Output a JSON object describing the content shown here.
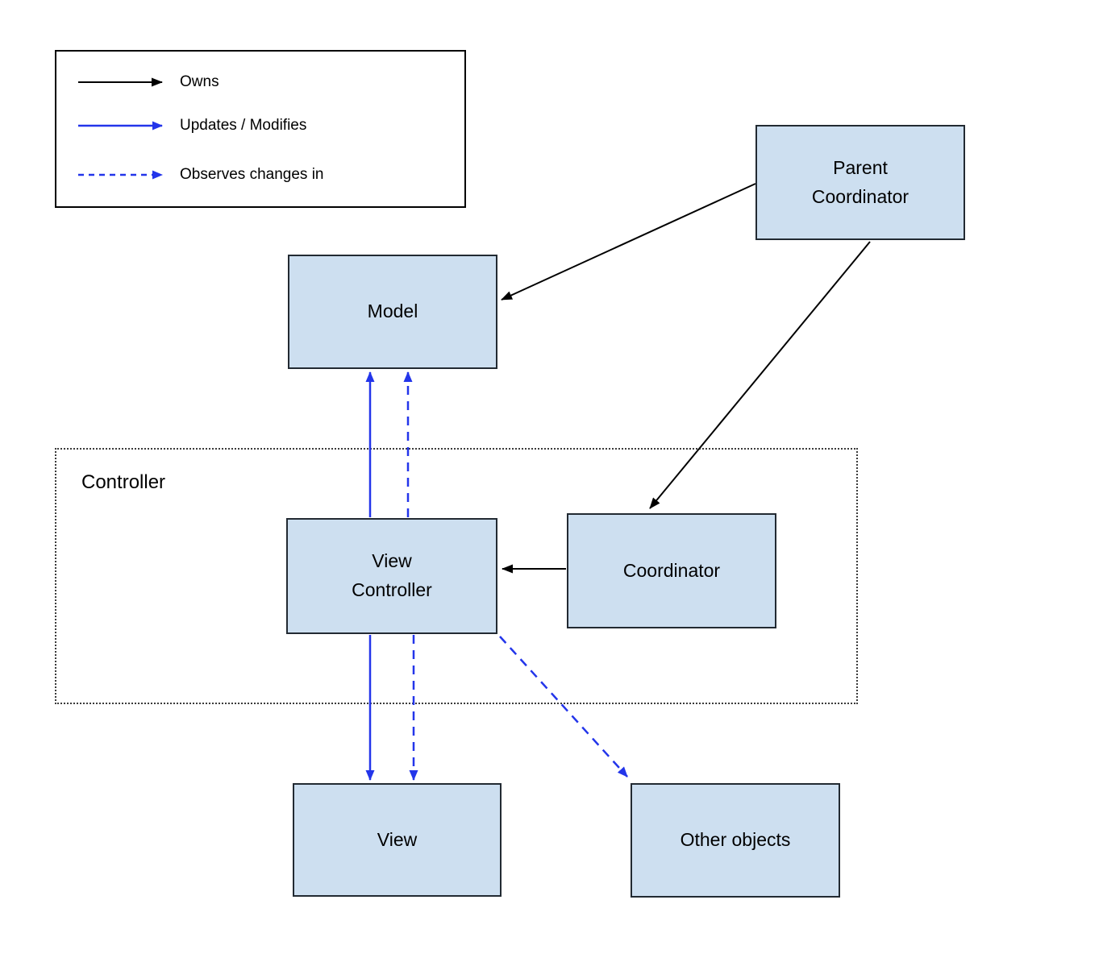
{
  "legend": {
    "items": [
      {
        "label": "Owns",
        "style": "solid-black"
      },
      {
        "label": "Updates / Modifies",
        "style": "solid-blue"
      },
      {
        "label": "Observes changes in",
        "style": "dashed-blue"
      }
    ]
  },
  "container": {
    "label": "Controller"
  },
  "nodes": {
    "parent_coordinator": {
      "label": "Parent\nCoordinator"
    },
    "model": {
      "label": "Model"
    },
    "view_controller": {
      "label": "View\nController"
    },
    "coordinator": {
      "label": "Coordinator"
    },
    "view": {
      "label": "View"
    },
    "other_objects": {
      "label": "Other objects"
    }
  },
  "edges": [
    {
      "from": "parent_coordinator",
      "to": "model",
      "relation": "owns"
    },
    {
      "from": "parent_coordinator",
      "to": "coordinator",
      "relation": "owns"
    },
    {
      "from": "coordinator",
      "to": "view_controller",
      "relation": "owns"
    },
    {
      "from": "view_controller",
      "to": "model",
      "relation": "updates-modifies"
    },
    {
      "from": "view_controller",
      "to": "model",
      "relation": "observes-changes-in"
    },
    {
      "from": "view_controller",
      "to": "view",
      "relation": "updates-modifies"
    },
    {
      "from": "view_controller",
      "to": "view",
      "relation": "observes-changes-in"
    },
    {
      "from": "view_controller",
      "to": "other_objects",
      "relation": "observes-changes-in"
    }
  ],
  "colors": {
    "node_fill": "#cddff0",
    "node_border": "#222a32",
    "arrow_black": "#000000",
    "arrow_blue": "#2335ea",
    "background": "#ffffff"
  }
}
